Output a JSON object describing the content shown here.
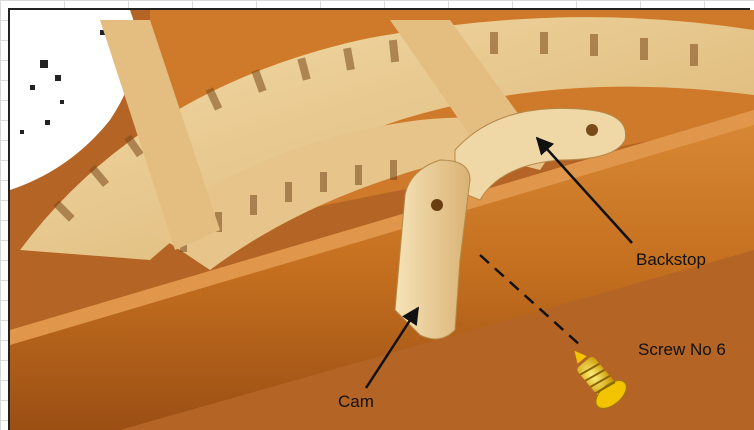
{
  "labels": {
    "backstop": "Backstop",
    "screw": "Screw No 6",
    "cam": "Cam"
  },
  "colors": {
    "wood_light": "#e9c98f",
    "wood_mid": "#d6a864",
    "wood_dark": "#b86a22",
    "frame_bar": "#c9741f",
    "screw_gold": "#f2c400",
    "dial_white": "#ffffff",
    "arrow": "#111111"
  },
  "parts": [
    "gear-wheel",
    "backstop",
    "cam",
    "screw",
    "frame-bar",
    "dial-face"
  ]
}
